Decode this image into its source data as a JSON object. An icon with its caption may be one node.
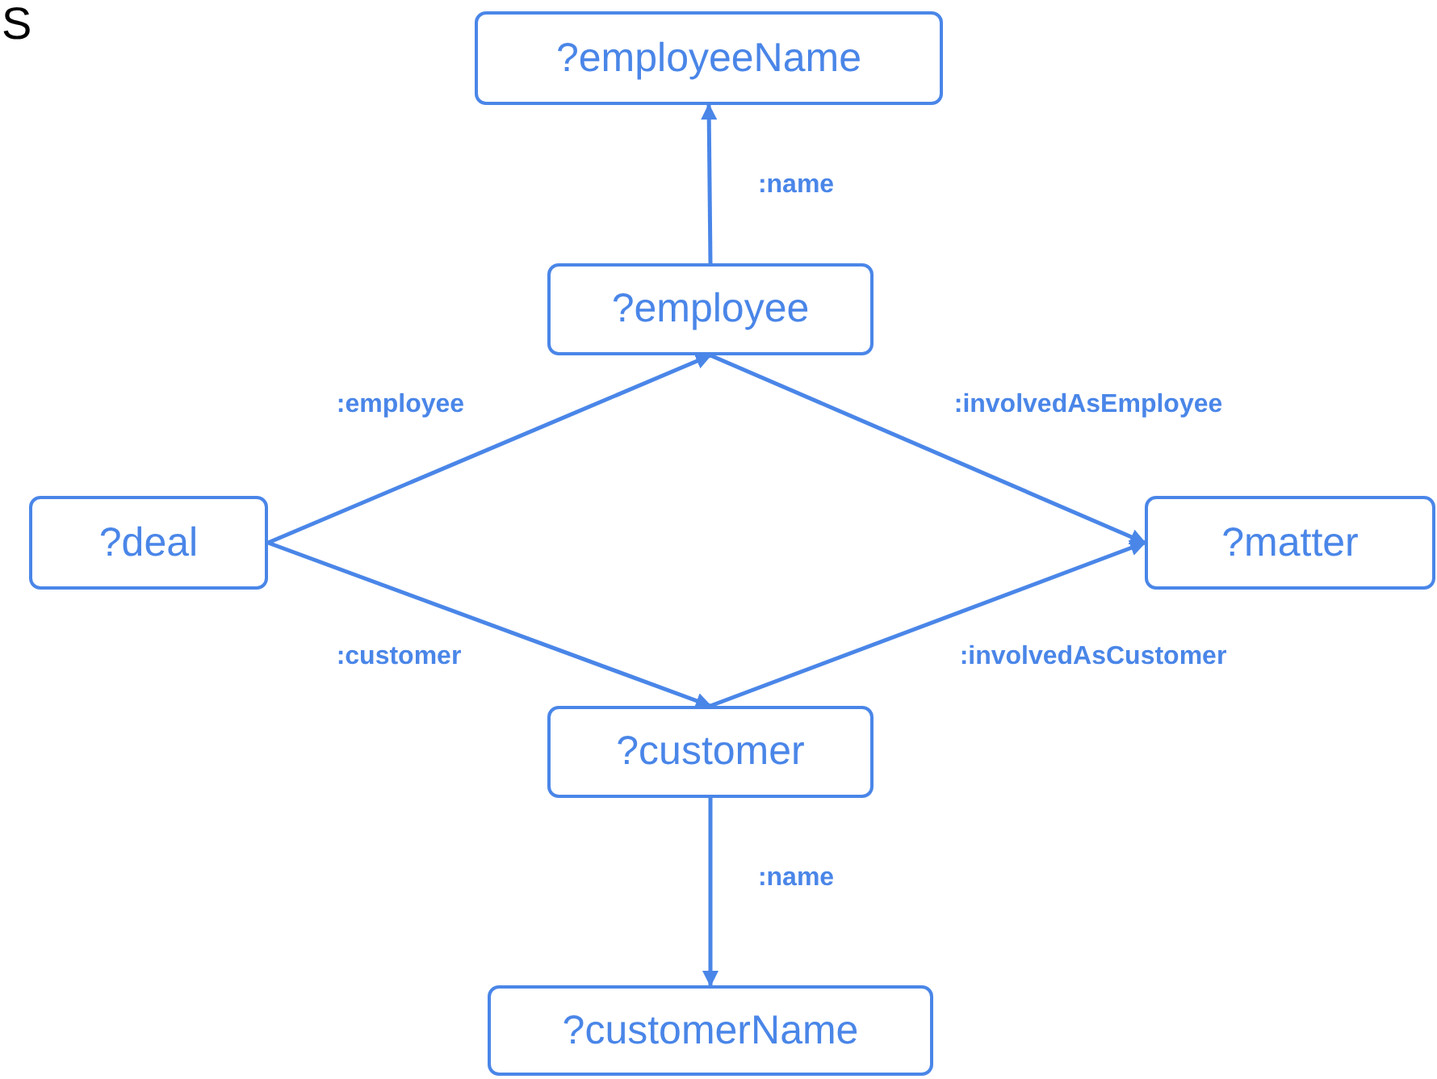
{
  "diagram": {
    "nodes": [
      {
        "text": [
          "?employeeName"
        ]
      },
      {
        "text": [
          "?employee"
        ]
      },
      {
        "text": [
          "?deal"
        ]
      },
      {
        "text": [
          "?matter"
        ]
      },
      {
        "text": [
          "?customer"
        ]
      },
      {
        "text": [
          "?customerName"
        ]
      }
    ],
    "edges": [
      {
        "from": 1,
        "to": 0,
        "arrow": "to",
        "label": ":name"
      },
      {
        "from": 2,
        "to": 1,
        "arrow": "to",
        "label": ":employee"
      },
      {
        "from": 1,
        "to": 3,
        "arrow": "to",
        "label": ":involvedAsEmployee"
      },
      {
        "from": 2,
        "to": 4,
        "arrow": "to",
        "label": ":customer"
      },
      {
        "from": 4,
        "to": 3,
        "arrow": "to",
        "label": ":involvedAsCustomer"
      },
      {
        "from": 4,
        "to": 5,
        "arrow": "to",
        "label": ":name"
      }
    ],
    "labels": [
      "S"
    ]
  }
}
